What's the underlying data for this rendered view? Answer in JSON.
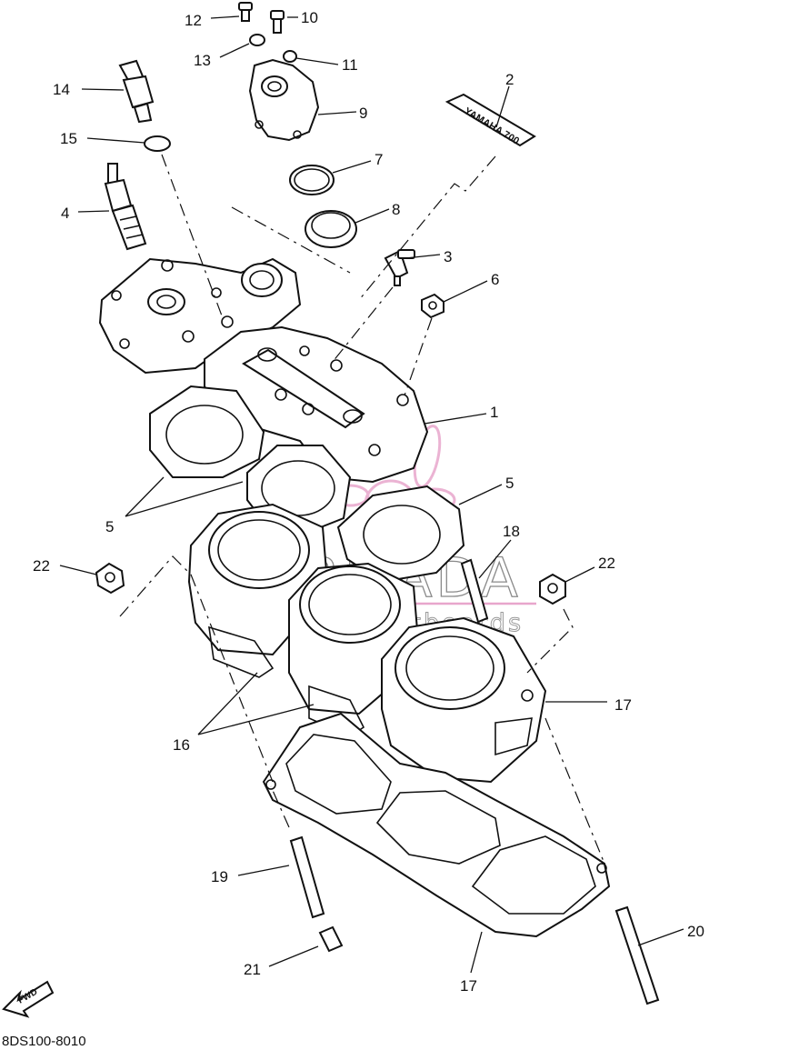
{
  "diagram_code": "8DS100-8010",
  "watermark": {
    "brand": "ARMADA",
    "tagline": "marine outboards",
    "accent_color": "#e8a6cc",
    "text_color": "#8a8a8a"
  },
  "decal_text": "YAMAHA 700",
  "fwd_label": "FWD",
  "callouts": [
    {
      "id": "c1",
      "label": "1"
    },
    {
      "id": "c2",
      "label": "2"
    },
    {
      "id": "c3",
      "label": "3"
    },
    {
      "id": "c4",
      "label": "4"
    },
    {
      "id": "c5a",
      "label": "5"
    },
    {
      "id": "c5b",
      "label": "5"
    },
    {
      "id": "c6",
      "label": "6"
    },
    {
      "id": "c7",
      "label": "7"
    },
    {
      "id": "c8",
      "label": "8"
    },
    {
      "id": "c9",
      "label": "9"
    },
    {
      "id": "c10",
      "label": "10"
    },
    {
      "id": "c11",
      "label": "11"
    },
    {
      "id": "c12",
      "label": "12"
    },
    {
      "id": "c13",
      "label": "13"
    },
    {
      "id": "c14",
      "label": "14"
    },
    {
      "id": "c15",
      "label": "15"
    },
    {
      "id": "c16",
      "label": "16"
    },
    {
      "id": "c17a",
      "label": "17"
    },
    {
      "id": "c17b",
      "label": "17"
    },
    {
      "id": "c18",
      "label": "18"
    },
    {
      "id": "c19",
      "label": "19"
    },
    {
      "id": "c20",
      "label": "20"
    },
    {
      "id": "c21",
      "label": "21"
    },
    {
      "id": "c22a",
      "label": "22"
    },
    {
      "id": "c22b",
      "label": "22"
    }
  ]
}
